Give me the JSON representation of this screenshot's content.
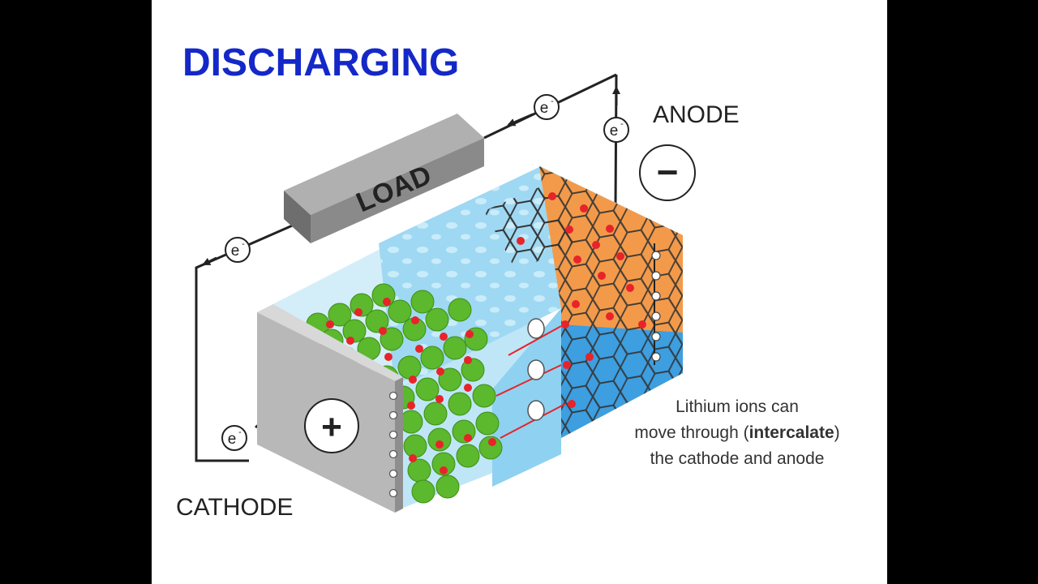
{
  "title": "DISCHARGING",
  "load_label": "LOAD",
  "anode": {
    "label": "ANODE",
    "sign": "−"
  },
  "cathode": {
    "label": "CATHODE",
    "sign": "+"
  },
  "electron_symbol": "e",
  "electron_superscript": "-",
  "caption": {
    "line1": "Lithium ions can",
    "line2_prefix": "move through (",
    "line2_bold": "intercalate",
    "line2_suffix": ")",
    "line3": "the cathode and anode"
  },
  "colors": {
    "title": "#1428c8",
    "cathode_spheres": "#5cb82c",
    "lithium_ions": "#e8232a",
    "anode": "#f39a4a",
    "electrolyte": "#9fd8f2",
    "separator": "#6fc3ec",
    "load": "#8a8a8a"
  }
}
